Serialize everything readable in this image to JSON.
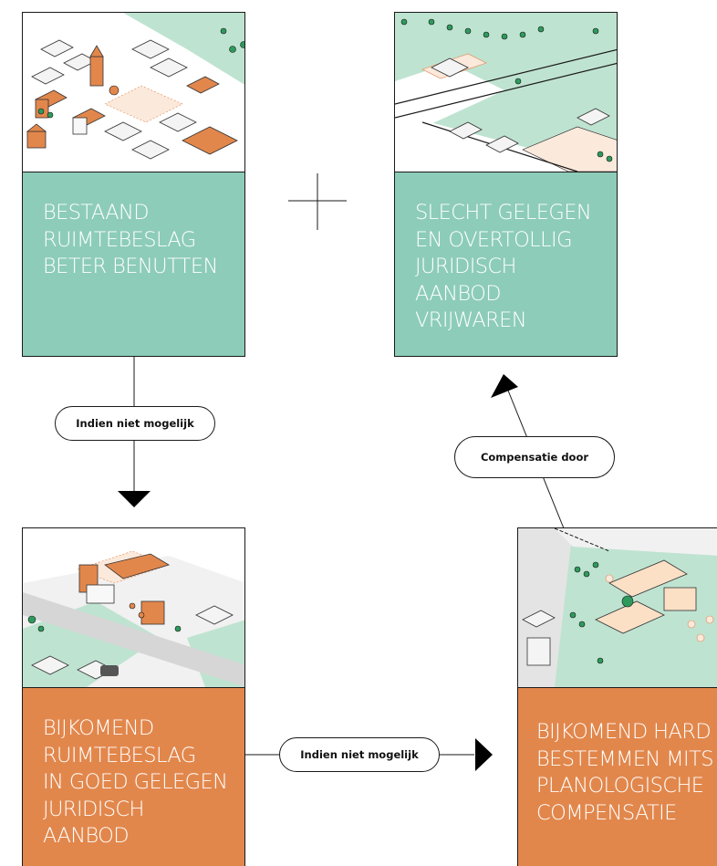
{
  "colors": {
    "teal": "#8dccb9",
    "orange": "#e2874c",
    "map_green": "#bfe3d1",
    "line": "#1a1a1a"
  },
  "cards": {
    "top_left": {
      "label": "BESTAAND\nRUIMTEBESLAG\nBETER BENUTTEN"
    },
    "top_right": {
      "label": "SLECHT GELEGEN\nEN OVERTOLLIG\nJURIDISCH\nAANBOD\nVRIJWAREN"
    },
    "bottom_left": {
      "label": "BIJKOMEND\nRUIMTEBESLAG\nIN GOED GELEGEN\nJURIDISCH\nAANBOD"
    },
    "bottom_right": {
      "label": "BIJKOMEND HARD\nBESTEMMEN MITS\nPLANOLOGISCHE\nCOMPENSATIE"
    }
  },
  "connectors": {
    "down": {
      "label": "Indien niet mogelijk"
    },
    "right": {
      "label": "Indien niet mogelijk"
    },
    "up": {
      "label": "Compensatie door"
    }
  },
  "plus_symbol": "+"
}
